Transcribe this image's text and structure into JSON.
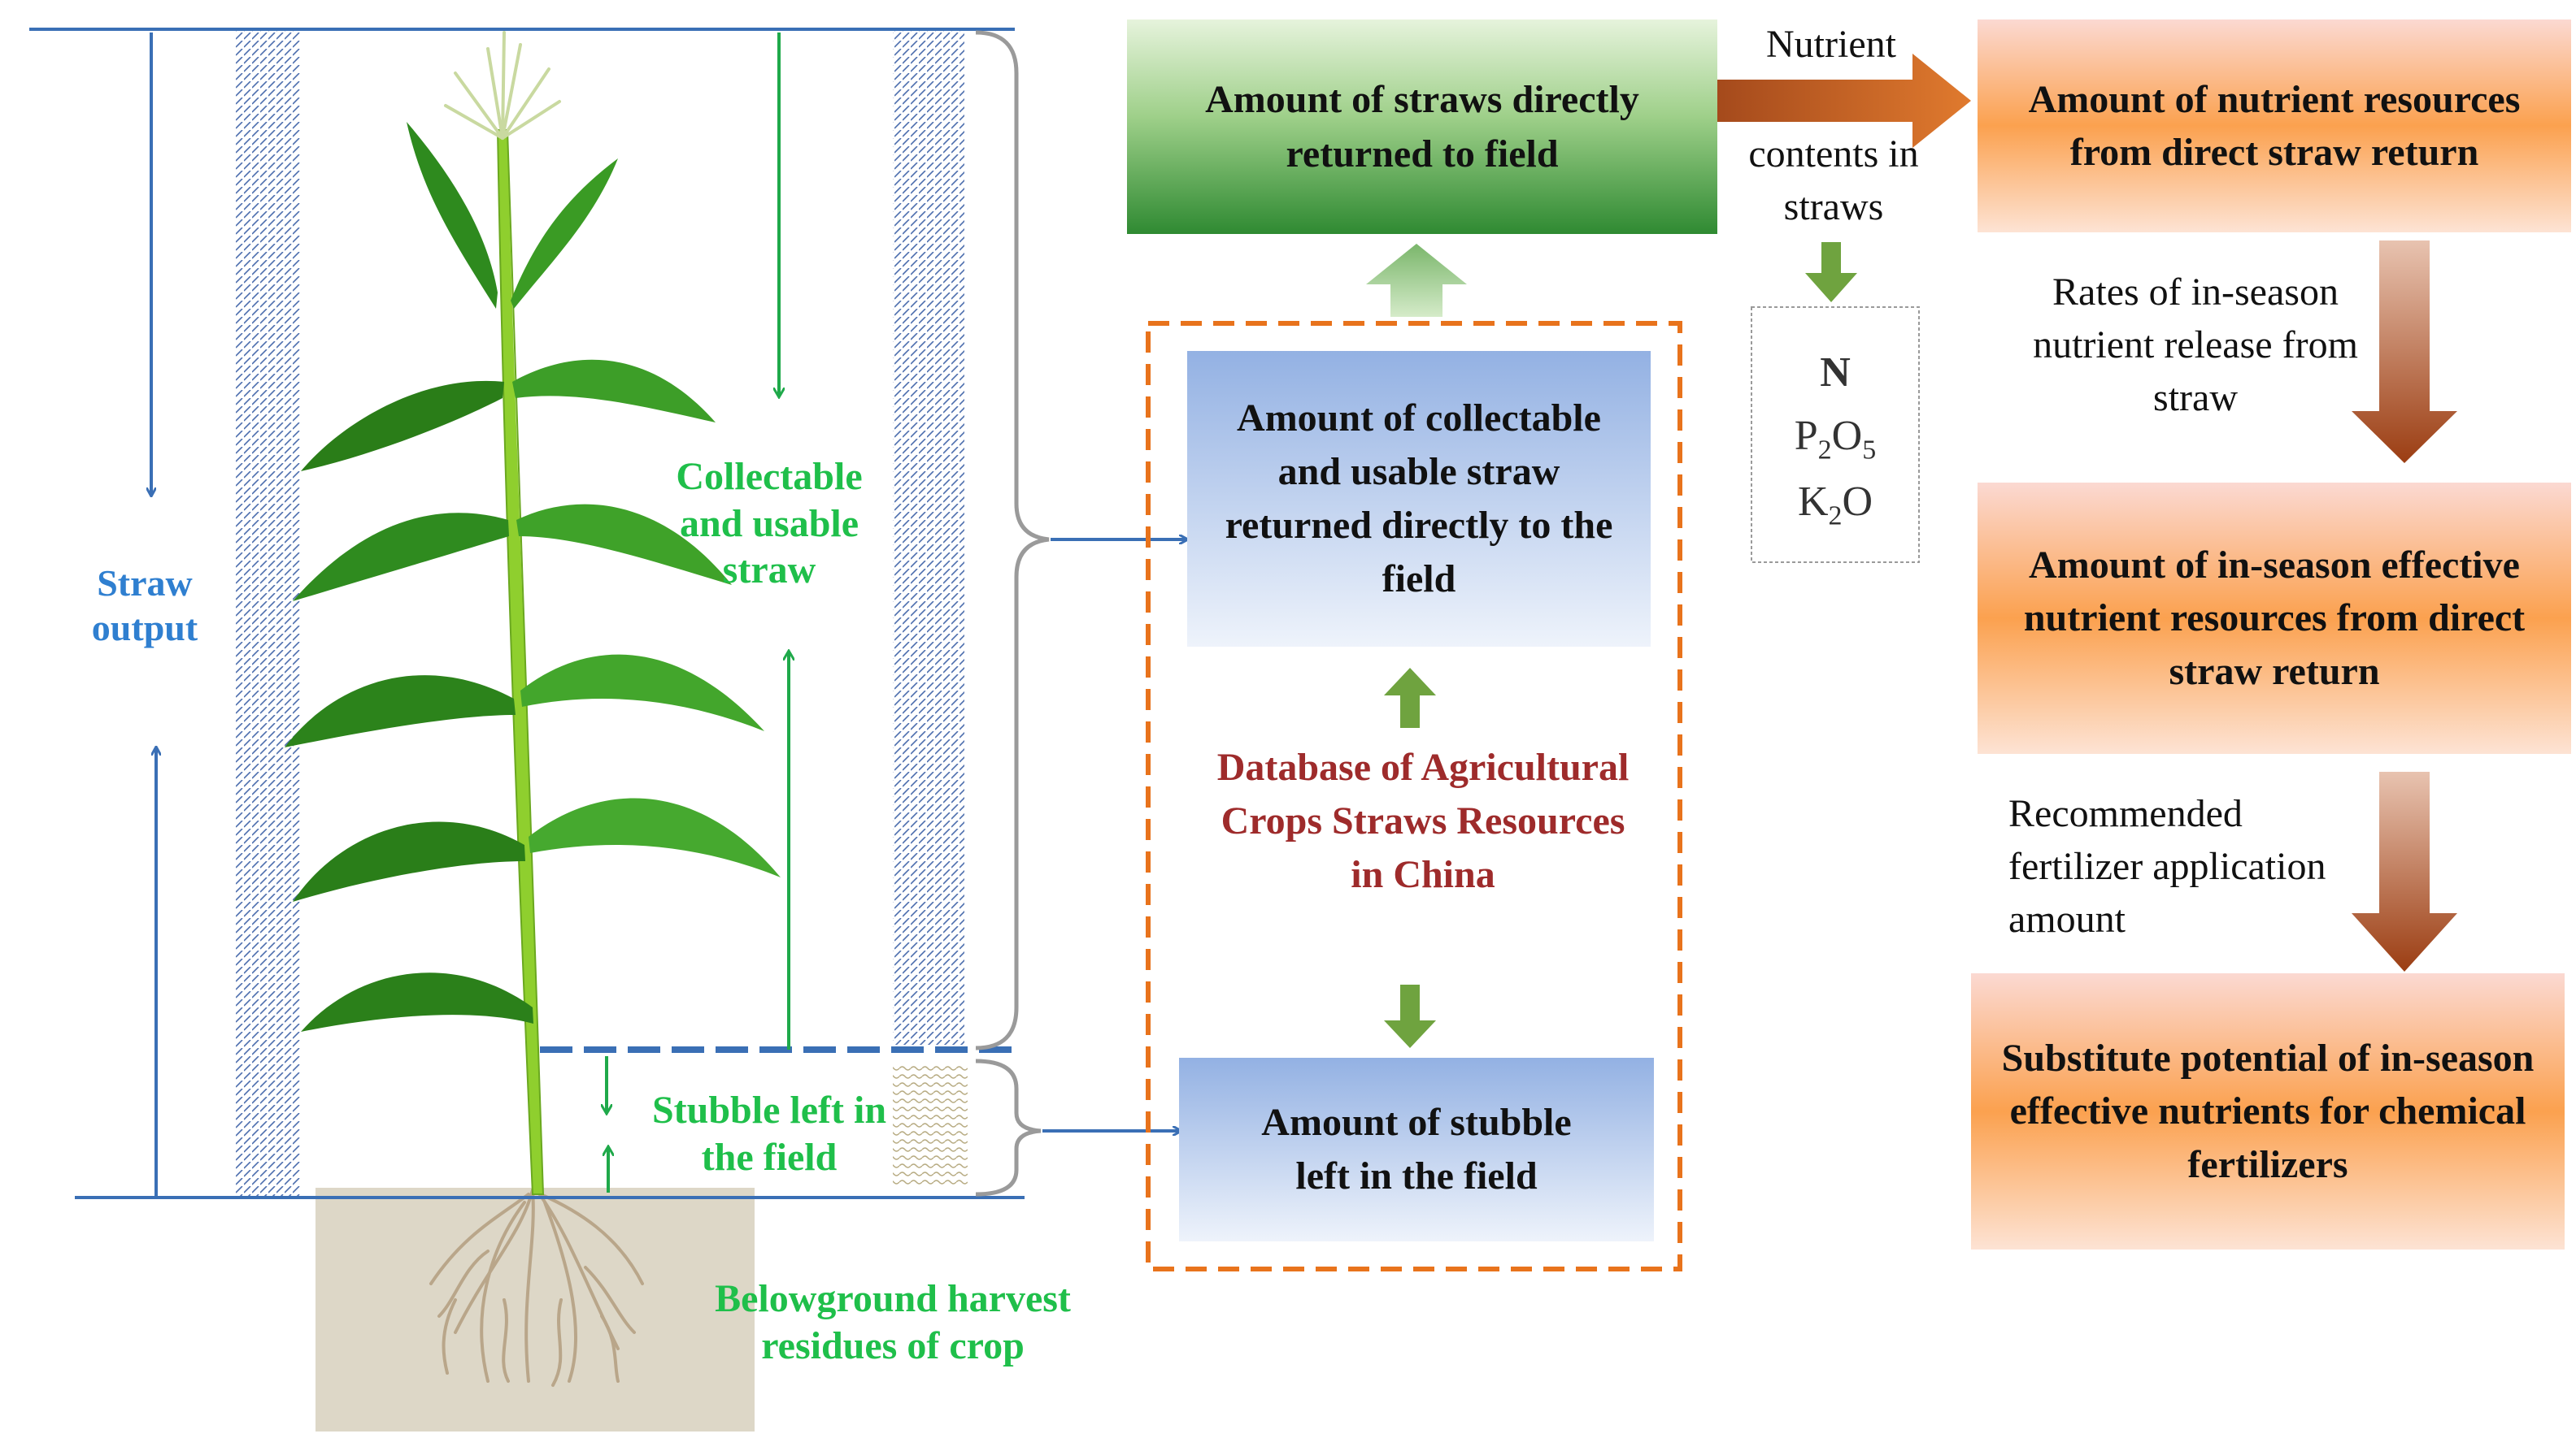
{
  "plant": {
    "straw_output_label": "Straw output",
    "collectable_label": "Collectable and usable straw",
    "stubble_label": "Stubble left in the field",
    "belowground_label": "Belowground harvest residues of crop"
  },
  "boxes": {
    "straws_returned": "Amount  of straws directly returned to field",
    "collectable_returned": "Amount  of collectable and usable  straw returned directly to the field",
    "database": "Database  of Agricultural Crops Straws Resources in China",
    "stubble_amount": "Amount  of stubble left in the field",
    "nutrient_resources": "Amount  of nutrient resources from direct straw return",
    "in_season_resources": "Amount  of in-season effective nutrient resources from direct straw return",
    "substitute_potential": "Substitute potential of in-season effective nutrients for chemical fertilizers"
  },
  "labels": {
    "nutrient": "Nutrient",
    "contents": "contents in straws",
    "release_rates": "Rates of in-season nutrient release from straw",
    "recommended": "Recommended fertilizer application amount"
  },
  "nutrients": {
    "n": "N",
    "p_base": "P",
    "p_sub1": "2",
    "p_mid": "O",
    "p_sub2": "5",
    "k_base": "K",
    "k_sub": "2",
    "k_end": "O"
  },
  "colors": {
    "green_label": "#1fbf4a",
    "blue_label": "#2f7fd0",
    "database_red": "#9e2b2b",
    "dashed_orange": "#e8731c",
    "axis_blue": "#3a6fb5"
  }
}
